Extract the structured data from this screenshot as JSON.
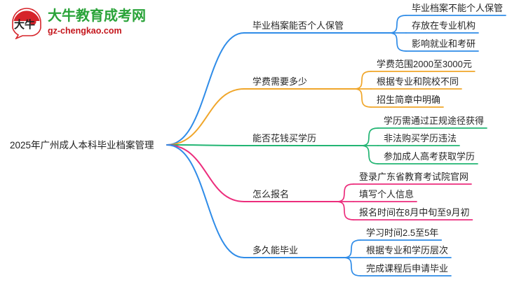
{
  "logo": {
    "mark_text": "大牛",
    "title": "大牛教育成考网",
    "subtitle": "gz-chengkao.com",
    "title_color": "#2aa339",
    "subtitle_color": "#c4161c",
    "mark_arc_color": "#d6242a"
  },
  "mindmap": {
    "root": {
      "label": "2025年广州成人本科毕业档案管理"
    },
    "branches": [
      {
        "label": "毕业档案能否个人保管",
        "color": "#2f8ce8",
        "children": [
          {
            "label": "毕业档案不能个人保管"
          },
          {
            "label": "存放在专业机构"
          },
          {
            "label": "影响就业和考研"
          }
        ]
      },
      {
        "label": "学费需要多少",
        "color": "#f0a62a",
        "children": [
          {
            "label": "学费范围2000至3000元"
          },
          {
            "label": "根据专业和院校不同"
          },
          {
            "label": "招生简章中明确"
          }
        ]
      },
      {
        "label": "能否花钱买学历",
        "color": "#22b573",
        "children": [
          {
            "label": "学历需通过正规途径获得"
          },
          {
            "label": "非法购买学历违法"
          },
          {
            "label": "参加成人高考获取学历"
          }
        ]
      },
      {
        "label": "怎么报名",
        "color": "#ec2d7c",
        "children": [
          {
            "label": "登录广东省教育考试院官网"
          },
          {
            "label": "填写个人信息"
          },
          {
            "label": "报名时间在8月中旬至9月初"
          }
        ]
      },
      {
        "label": "多久能毕业",
        "color": "#2f8ce8",
        "children": [
          {
            "label": "学习时间2.5至5年"
          },
          {
            "label": "根据专业和学历层次"
          },
          {
            "label": "完成课程后申请毕业"
          }
        ]
      }
    ]
  }
}
